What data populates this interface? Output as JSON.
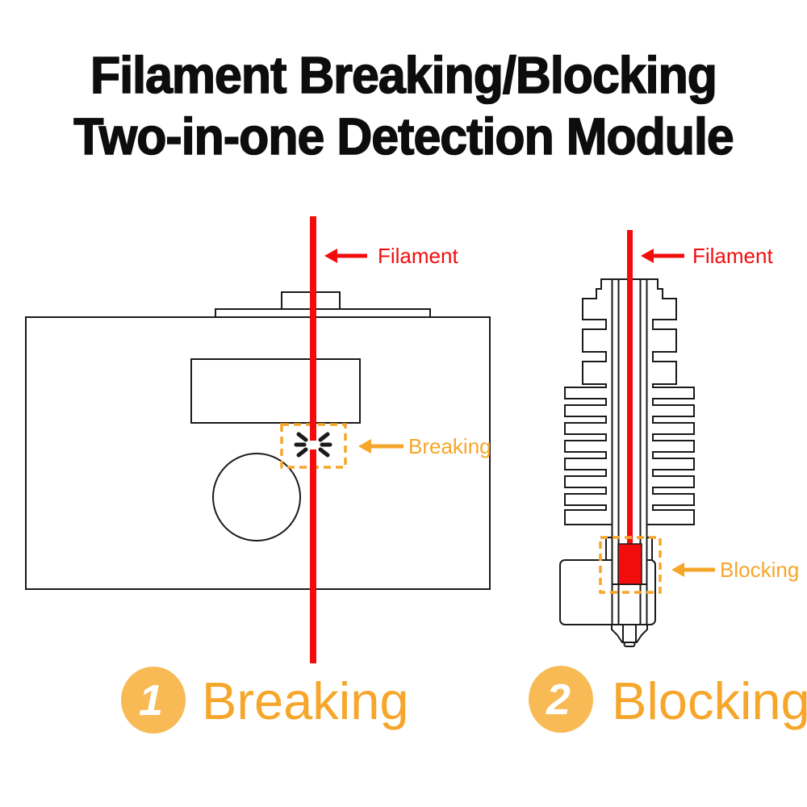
{
  "title": {
    "line1": "Filament Breaking/Blocking",
    "line2": "Two-in-one Detection Module"
  },
  "left_diagram": {
    "filament_label": "Filament",
    "fault_label": "Breaking"
  },
  "right_diagram": {
    "filament_label": "Filament",
    "fault_label": "Blocking"
  },
  "legend": [
    {
      "number": "1",
      "label": "Breaking"
    },
    {
      "number": "2",
      "label": "Blocking"
    }
  ],
  "colors": {
    "red": "#f20d0d",
    "orange": "#f6a62a",
    "badge": "#f8ba55",
    "ink": "#1a1a1a"
  }
}
